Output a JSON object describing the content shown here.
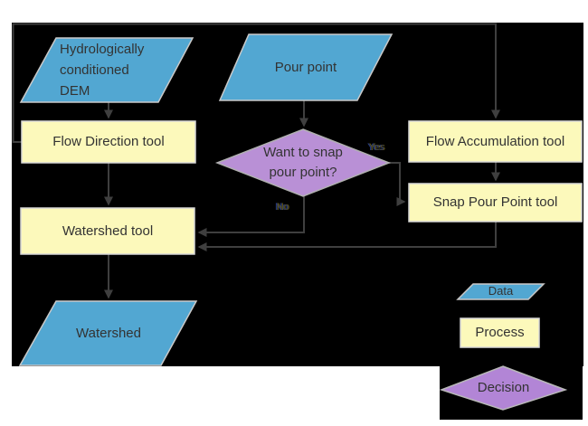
{
  "colors": {
    "page": "#ffffff",
    "background": "#000000",
    "data_fill": "#52a7d2",
    "process_fill": "#fcf9bb",
    "decision_fill": "#b990d6",
    "legend_decision_fill": "#b285d6",
    "shape_border": "#c9c9c9",
    "process_border": "#d8d8d8",
    "connector": "#3f3f3f",
    "label_text": "#333333"
  },
  "nodes": {
    "dem": {
      "label": "Hydrologically\nconditioned\nDEM",
      "type": "data"
    },
    "pour_point": {
      "label": "Pour point",
      "type": "data"
    },
    "flow_direction": {
      "label": "Flow Direction tool",
      "type": "process"
    },
    "flow_accumulation": {
      "label": "Flow Accumulation tool",
      "type": "process"
    },
    "snap_pour_point": {
      "label": "Snap Pour Point tool",
      "type": "process"
    },
    "decision": {
      "label": "Want to snap\npour point?",
      "type": "decision"
    },
    "watershed_tool": {
      "label": "Watershed tool",
      "type": "process"
    },
    "watershed": {
      "label": "Watershed",
      "type": "data"
    }
  },
  "edge_labels": {
    "yes": "Yes",
    "no": "No"
  },
  "legend": {
    "data": {
      "label": "Data"
    },
    "process": {
      "label": "Process"
    },
    "decision": {
      "label": "Decision"
    }
  }
}
